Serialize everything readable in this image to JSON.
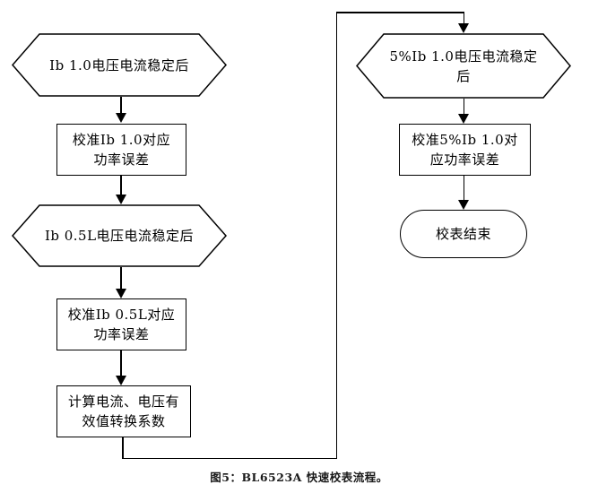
{
  "figure": {
    "caption": "图5：BL6523A 快速校表流程。"
  },
  "colors": {
    "stroke": "#000000",
    "fill": "#ffffff",
    "text": "#000000",
    "background": "#ffffff"
  },
  "nodes": {
    "hex_ib10": {
      "shape": "hexagon",
      "label": "Ib 1.0电压电流稳定后"
    },
    "rect_cal_ib10": {
      "shape": "rectangle",
      "label": "校准Ib 1.0对应\n功率误差"
    },
    "hex_ib05l": {
      "shape": "hexagon",
      "label": "Ib 0.5L电压电流稳定后"
    },
    "rect_cal_ib05l": {
      "shape": "rectangle",
      "label": "校准Ib 0.5L对应\n功率误差"
    },
    "rect_calc_rms": {
      "shape": "rectangle",
      "label": "计算电流、电压有\n效值转换系数"
    },
    "hex_5ib10": {
      "shape": "hexagon",
      "label": "5%Ib 1.0电压电流稳定\n后"
    },
    "rect_cal_5ib10": {
      "shape": "rectangle",
      "label": "校准5%Ib 1.0对\n应功率误差"
    },
    "terminal_end": {
      "shape": "stadium",
      "label": "校表结束"
    }
  },
  "edges": [
    {
      "from": "hex_ib10",
      "to": "rect_cal_ib10"
    },
    {
      "from": "rect_cal_ib10",
      "to": "hex_ib05l"
    },
    {
      "from": "hex_ib05l",
      "to": "rect_cal_ib05l"
    },
    {
      "from": "rect_cal_ib05l",
      "to": "rect_calc_rms"
    },
    {
      "from": "rect_calc_rms",
      "to": "hex_5ib10",
      "route": "down-right-up-right-down"
    },
    {
      "from": "hex_5ib10",
      "to": "rect_cal_5ib10"
    },
    {
      "from": "rect_cal_5ib10",
      "to": "terminal_end"
    }
  ]
}
